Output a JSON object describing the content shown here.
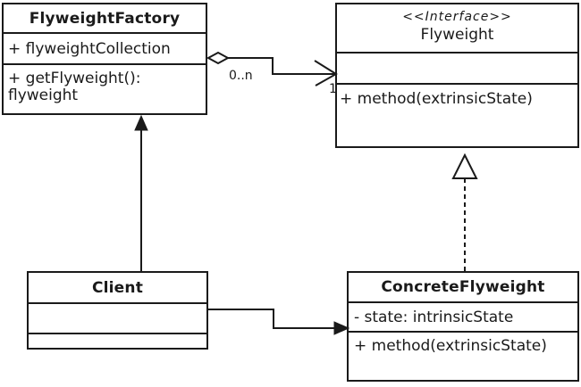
{
  "canvas": {
    "background": "#ffffff",
    "line_color": "#1a1a1a",
    "text_color": "#1a1a1a"
  },
  "classes": {
    "flyweight_factory": {
      "name": "FlyweightFactory",
      "attribute": "+ flyweightCollection",
      "method_lines": [
        "+ getFlyweight():",
        "flyweight"
      ]
    },
    "flyweight": {
      "stereotype": "<<Interface>>",
      "name": "Flyweight",
      "method": "+ method(extrinsicState)"
    },
    "client": {
      "name": "Client"
    },
    "concrete_flyweight": {
      "name": "ConcreteFlyweight",
      "attribute": "- state: intrinsicState",
      "method": "+ method(extrinsicState)"
    }
  },
  "relationships": {
    "factory_flyweight_aggregation": {
      "source_multiplicity": "0..n",
      "target_multiplicity": "1"
    }
  }
}
